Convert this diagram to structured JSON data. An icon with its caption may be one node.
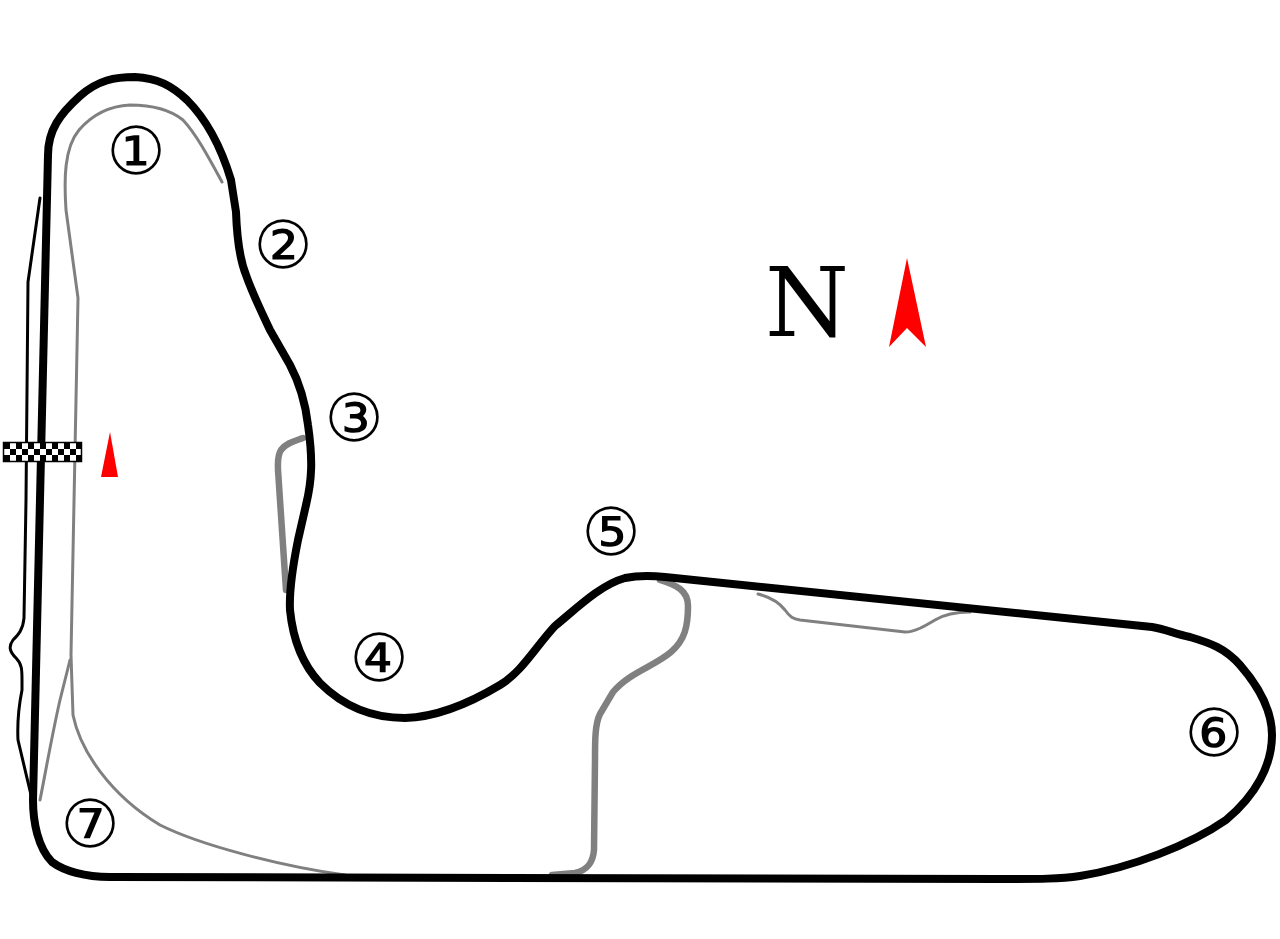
{
  "diagram": {
    "labels": [
      "①",
      "②",
      "N",
      "③",
      "⑤",
      "④",
      "⑥",
      "⑦"
    ]
  }
}
